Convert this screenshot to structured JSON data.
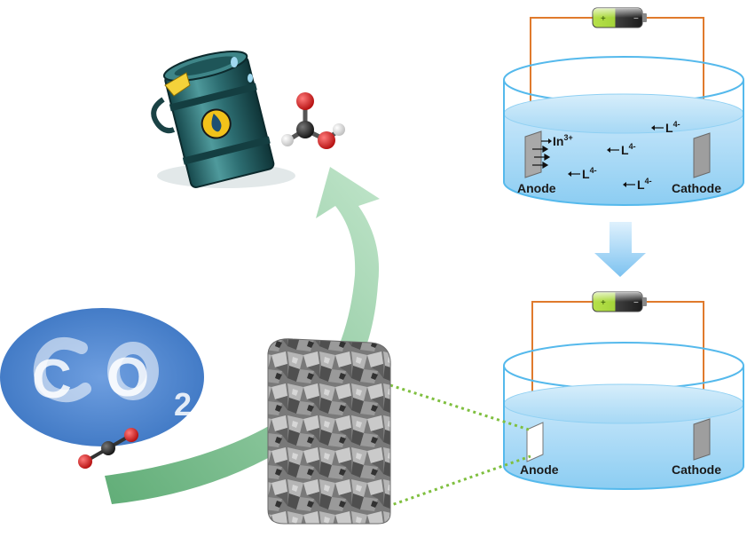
{
  "top_cell": {
    "anode_label": "Anode",
    "cathode_label": "Cathode",
    "ions": {
      "indium_base": "In",
      "indium_charge": "3+",
      "ligand_base": "L",
      "ligand_charge": "4-"
    }
  },
  "bottom_cell": {
    "anode_label": "Anode",
    "cathode_label": "Cathode"
  },
  "co2_cloud": {
    "text_c": "C",
    "text_o": "O",
    "text_sub": "2"
  },
  "colors": {
    "electrolyte": "#bfe3f8",
    "electrolyte_edge": "#55b9ec",
    "wire": "#e07a2c",
    "flow_arrow": "#a9d6b3",
    "co2_cloud": "#5b8fd0",
    "oil_barrel": "#2f6f73",
    "down_arrow": "#8ec9f2",
    "dotted_link": "#7fbf3f"
  },
  "icons": [
    "battery-icon",
    "oil-barrel-icon",
    "formic-acid-molecule-icon",
    "co2-molecule-icon",
    "sem-image-icon"
  ]
}
